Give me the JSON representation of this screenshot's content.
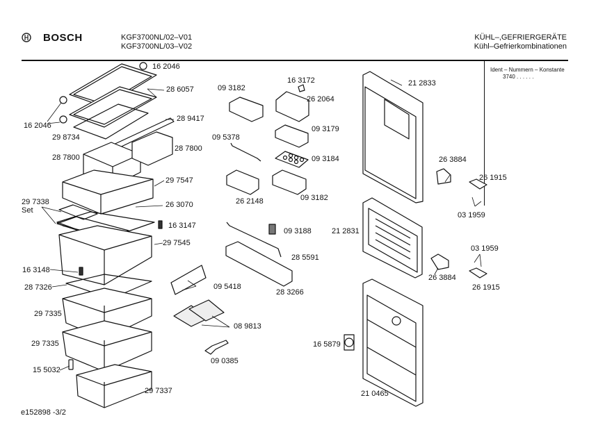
{
  "header": {
    "brand": "BOSCH",
    "logo_icon": "bosch-armature-icon",
    "models": [
      "KGF3700NL/02–V01",
      "KGF3700NL/03–V02"
    ],
    "category_title": "KÜHL–,GEFRIERGERÄTE",
    "category_subtitle": "Kühl–Gefrierkombinationen"
  },
  "ident_box": {
    "title": "Ident – Nummern – Konstante",
    "value": "3740  .  .  .  .  .  ."
  },
  "footer": {
    "doc_code": "e152898   -3/2"
  },
  "part_labels": {
    "p162046_top": "16 2046",
    "p286057": "28 6057",
    "p162046_left": "16 2046",
    "p289417": "28 9417",
    "p298734": "29 8734",
    "p287800_left": "28 7800",
    "p287800_right": "28 7800",
    "p297547": "29 7547",
    "p297338": "29 7338",
    "p297338_set": "Set",
    "p263070": "26 3070",
    "p163147": "16 3147",
    "p297545": "29 7545",
    "p163148": "16 3148",
    "p287326": "28 7326",
    "p297335_a": "29 7335",
    "p297335_b": "29 7335",
    "p155032": "15 5032",
    "p297337": "29 7337",
    "p093182_top": "09 3182",
    "p163172": "16 3172",
    "p262064": "26 2064",
    "p093179": "09 3179",
    "p095378": "09 5378",
    "p093184": "09 3184",
    "p262148": "26 2148",
    "p093182_bottom": "09 3182",
    "p093188": "09 3188",
    "p285591": "28 5591",
    "p283266": "28 3266",
    "p095418": "09 5418",
    "p089813": "08 9813",
    "p090385": "09 0385",
    "p212833": "21 2833",
    "p263884_top": "26 3884",
    "p261915_top": "26 1915",
    "p031959_top": "03 1959",
    "p212831": "21 2831",
    "p031959_bottom": "03 1959",
    "p263884_bottom": "26 3884",
    "p261915_bottom": "26 1915",
    "p165879": "16 5879",
    "p210465": "21 0465"
  }
}
